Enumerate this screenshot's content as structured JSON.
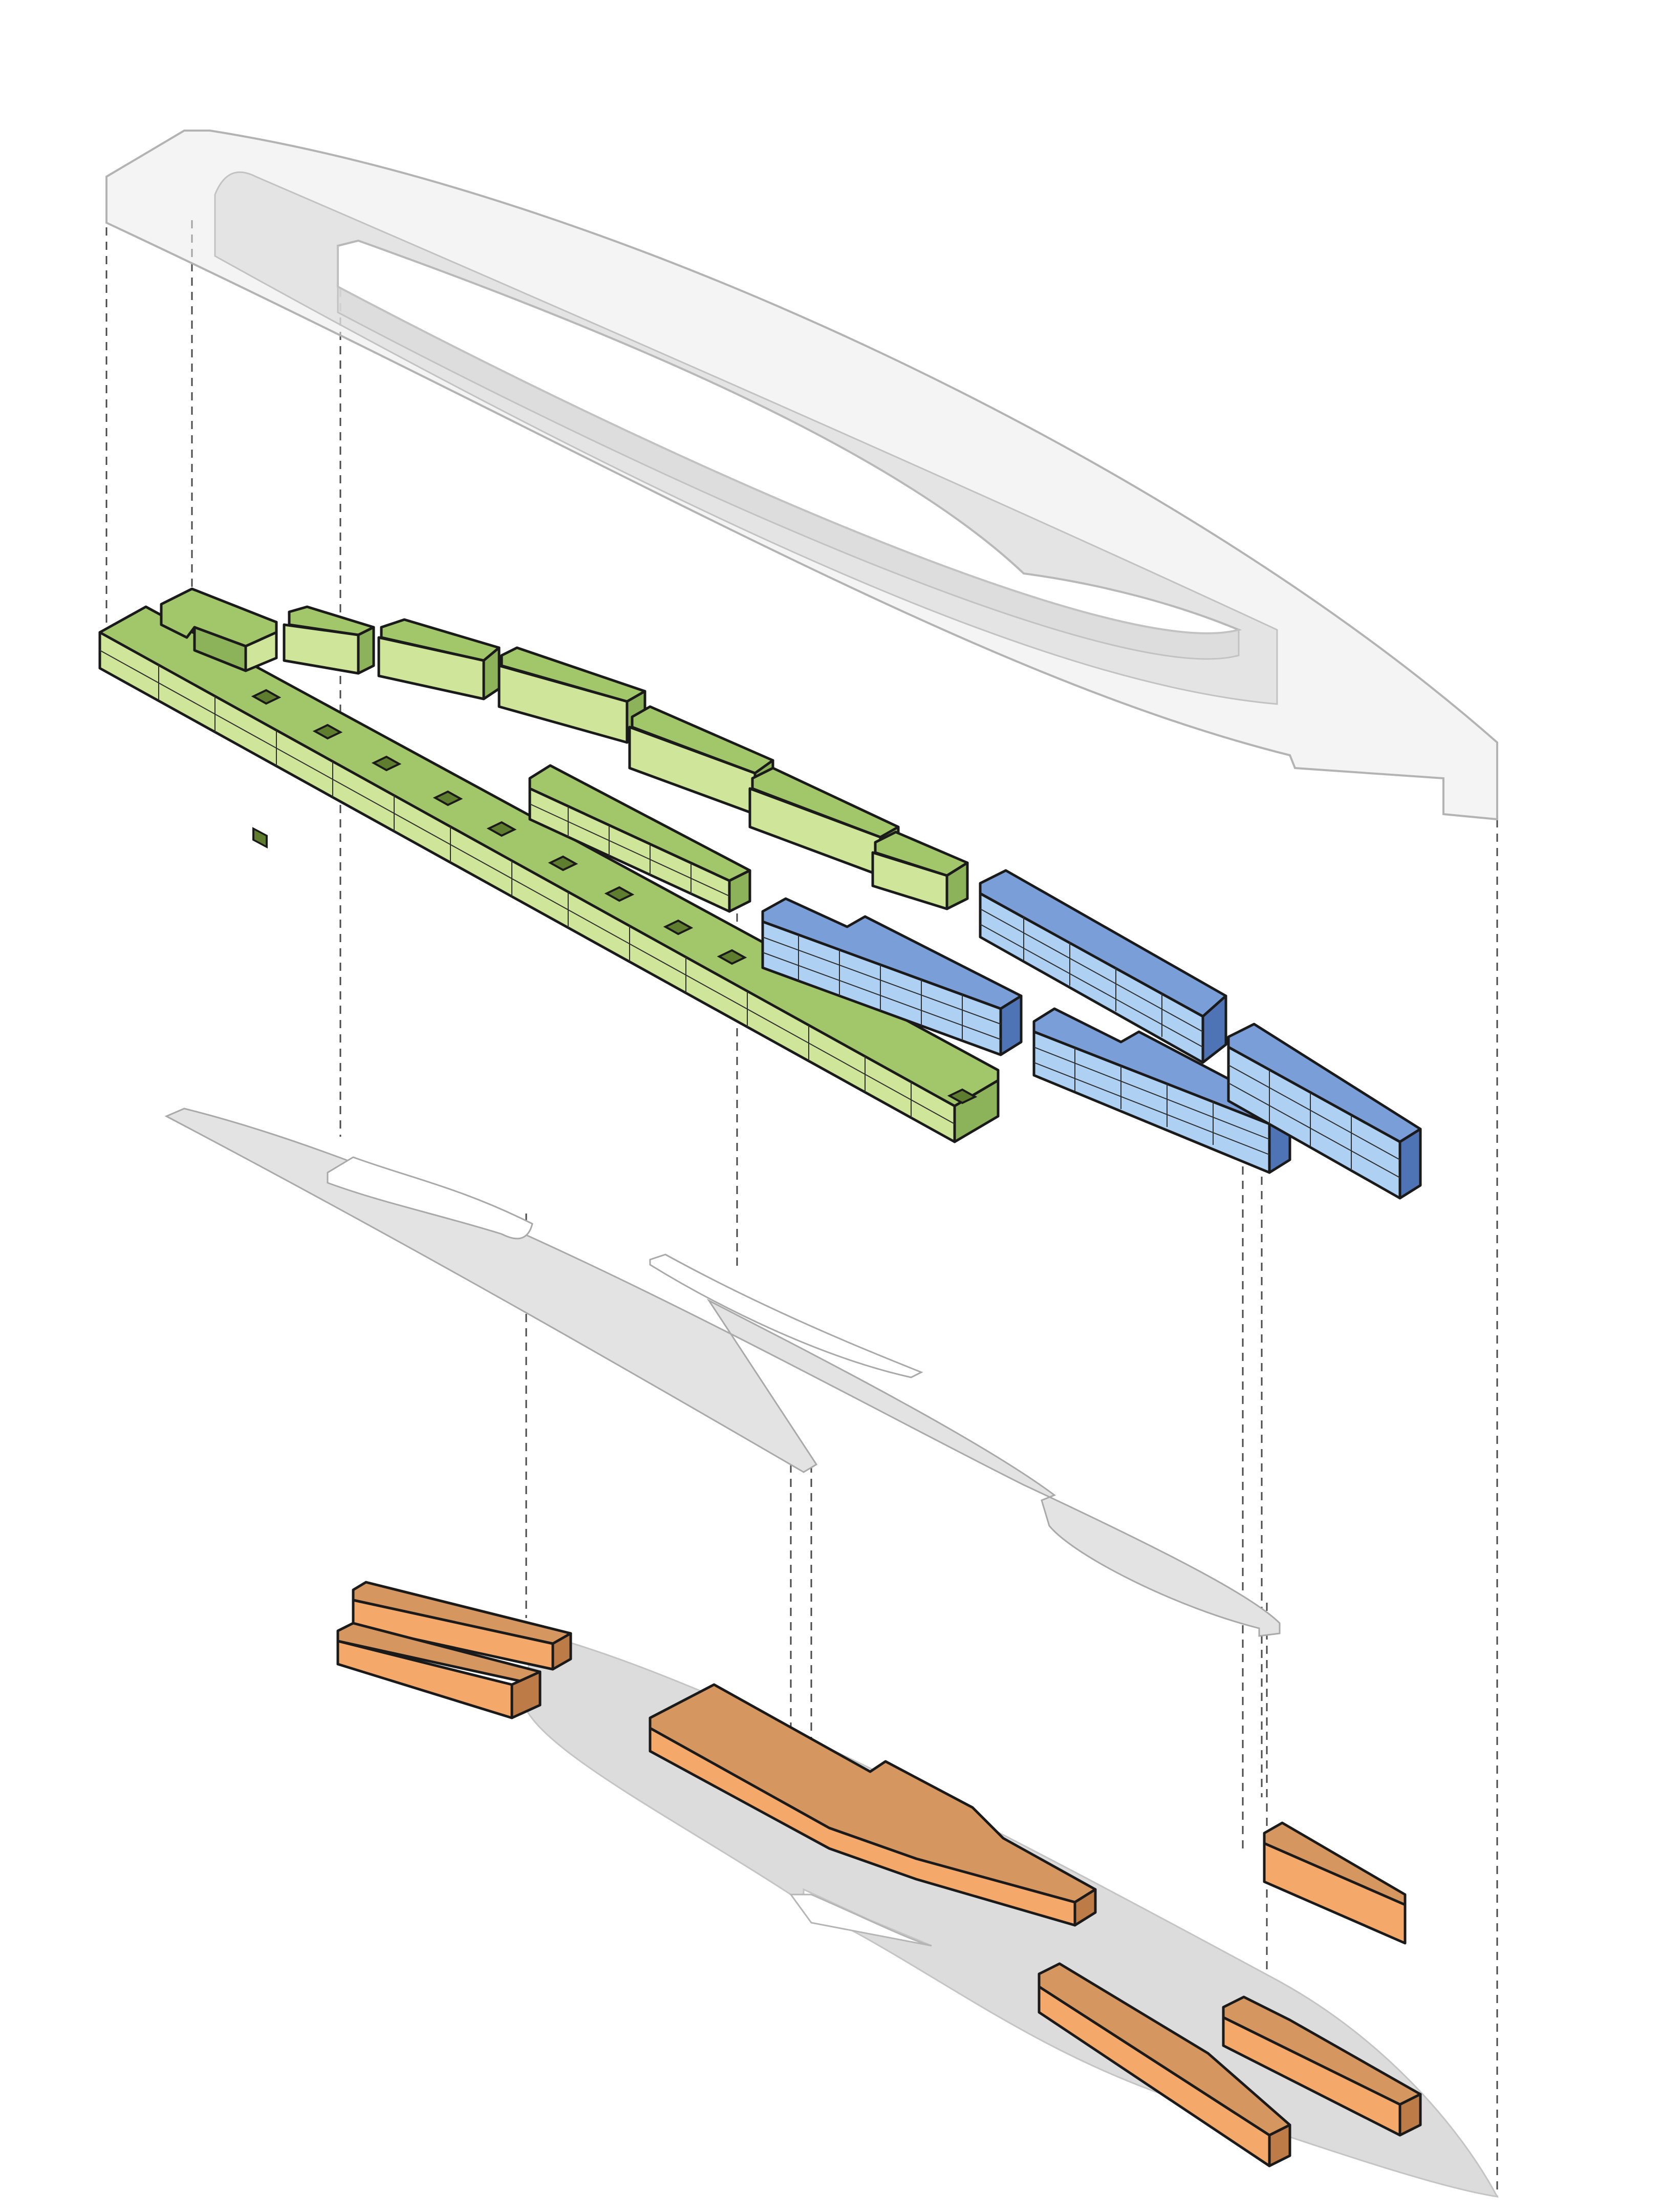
{
  "palette": {
    "green_top": "#a2c76a",
    "green_front": "#cfe59a",
    "green_side": "#8db35a",
    "blue_top": "#7a9ed8",
    "blue_front": "#aed1f3",
    "blue_side": "#4f74b6",
    "orange_top": "#d69660",
    "orange_front": "#f4a96b",
    "orange_side": "#bd7b47",
    "grey_plane": "#e3e3e3",
    "guide_line": "#4a4a4a"
  },
  "layers": [
    "roof-canopy",
    "upper-building-volumes",
    "podium-plaza-plate",
    "ground-level-volumes"
  ],
  "program_colors": {
    "green": "green_top",
    "blue": "blue_top",
    "orange": "orange_top"
  }
}
